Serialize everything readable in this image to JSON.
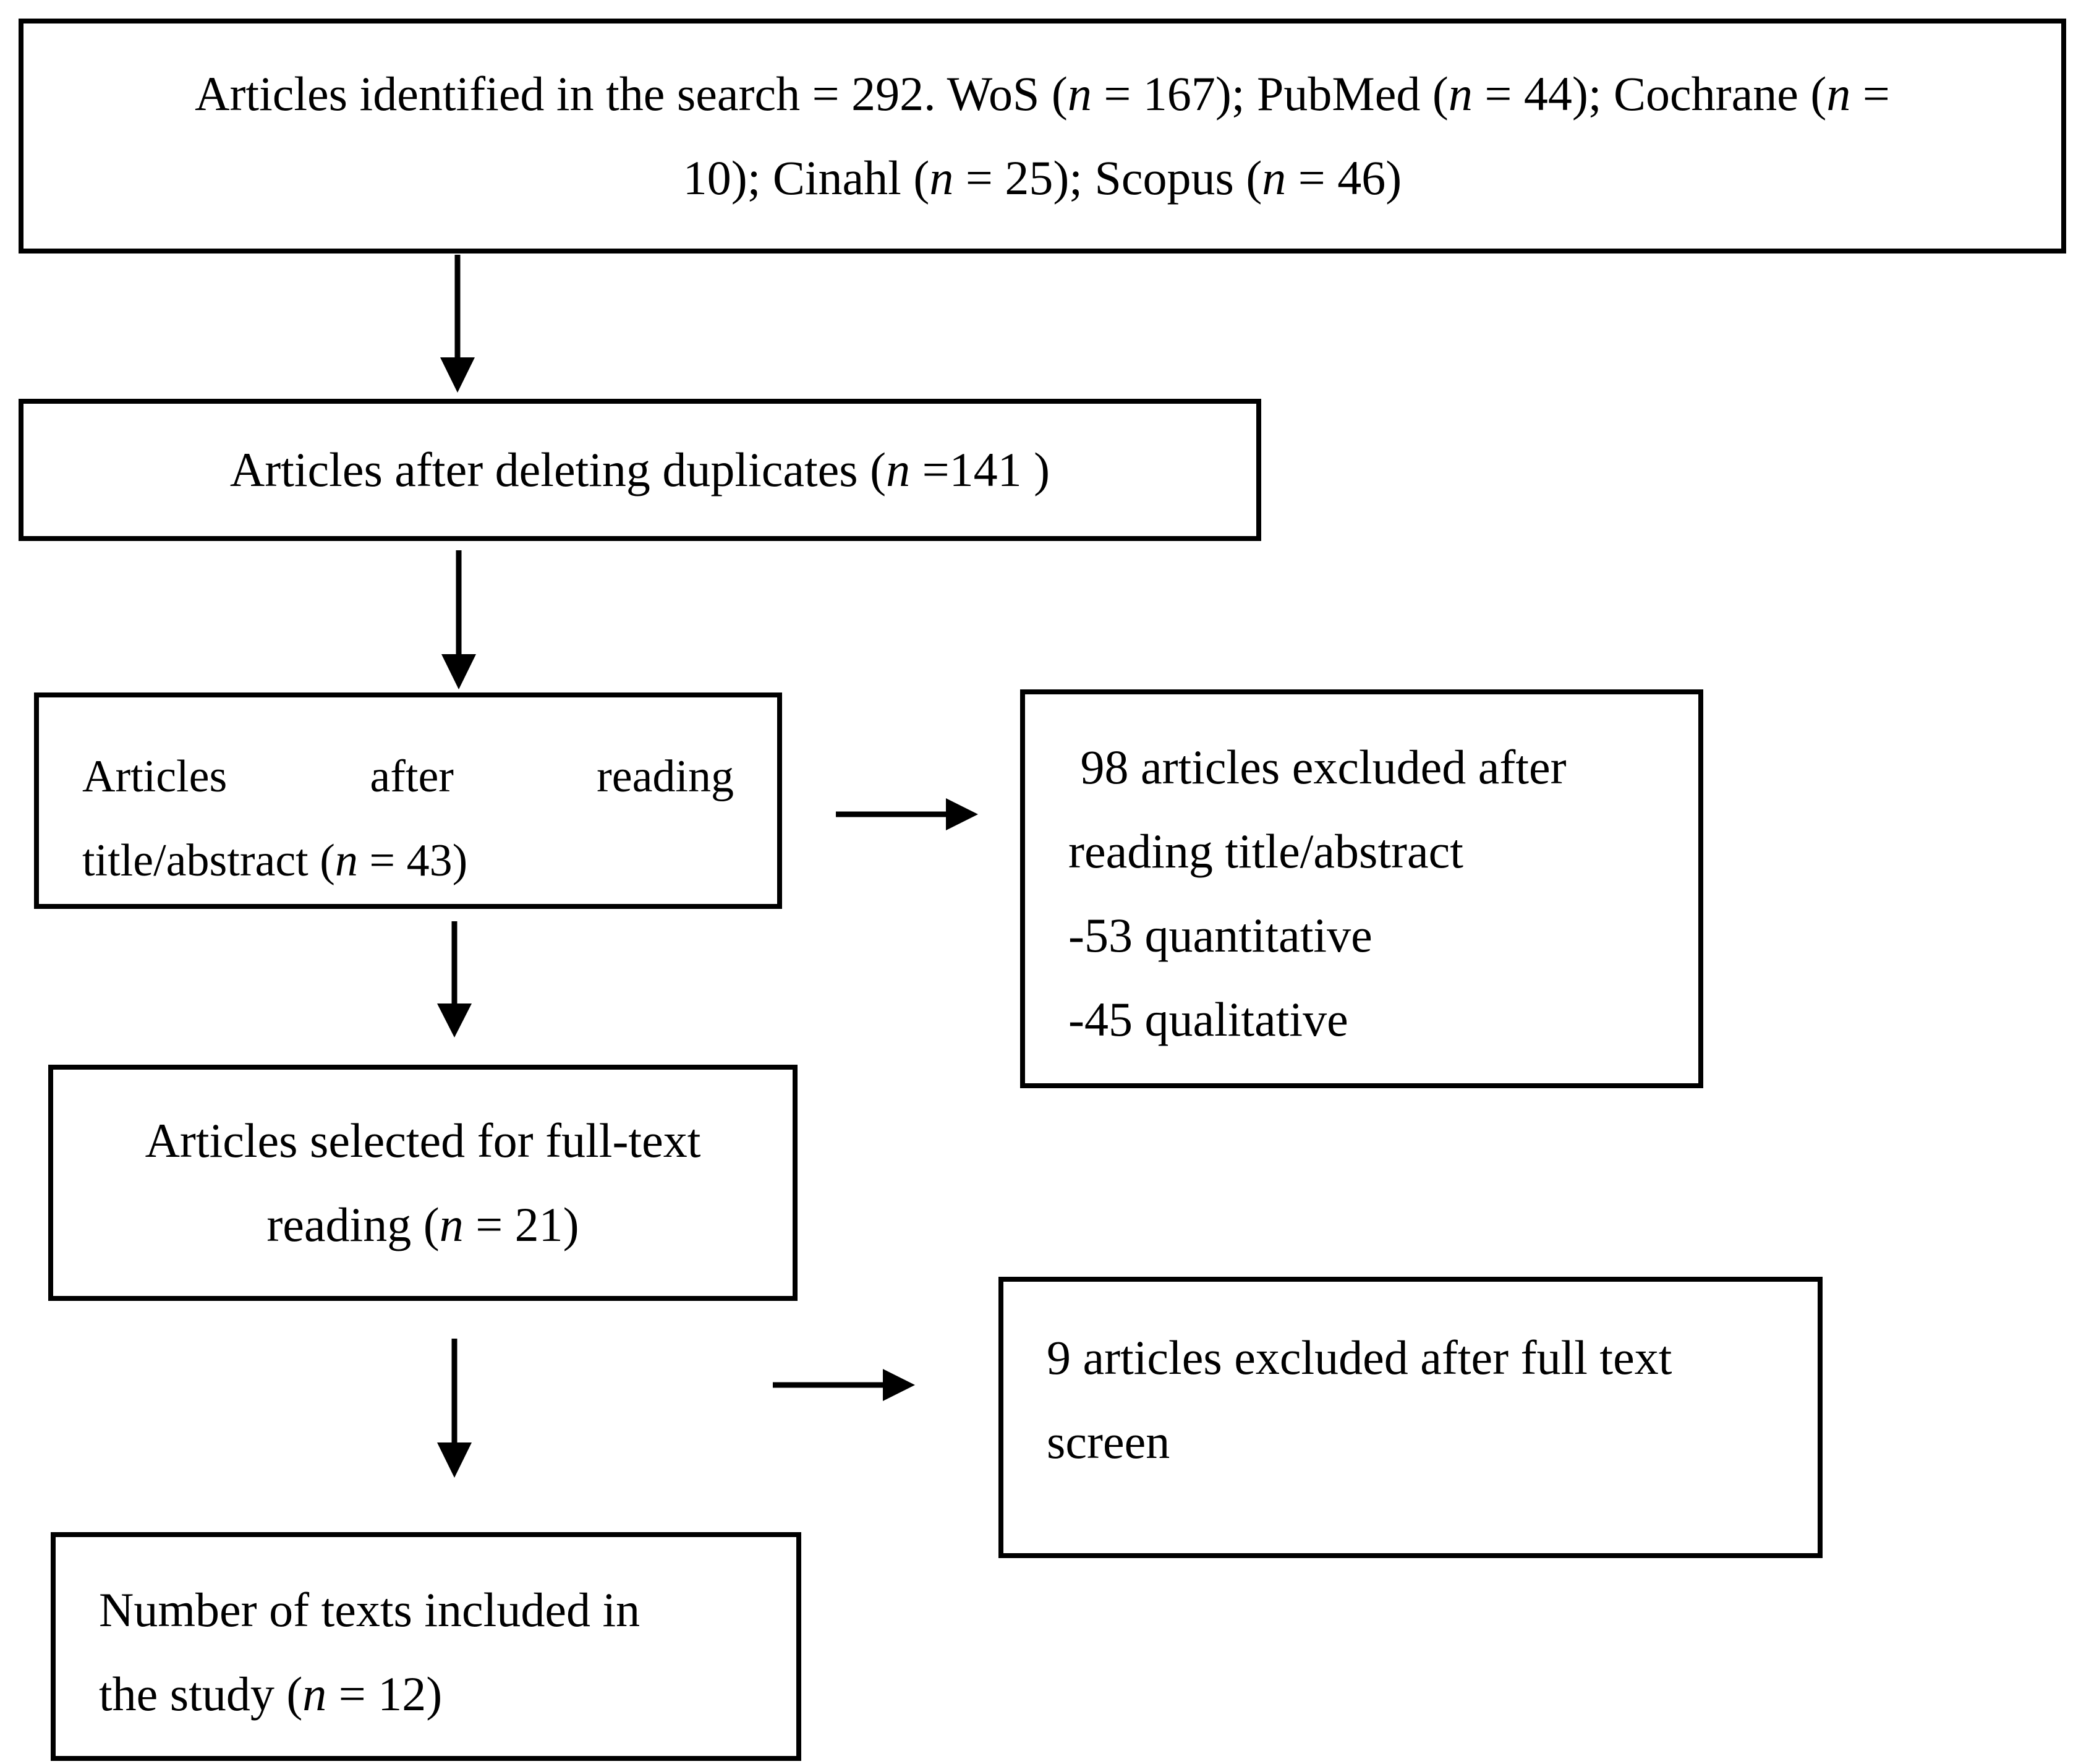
{
  "flowchart": {
    "identified": {
      "line1": {
        "a": "Articles identified in the search = 292. WoS (",
        "n1": "n",
        "b": " = 167); PubMed (",
        "n2": "n",
        "c": " = 44); Cochrane (",
        "n3": "n",
        "d": " ="
      },
      "line2": {
        "a": "10); Cinahl (",
        "n1": "n",
        "b": " = 25); Scopus (",
        "n2": "n",
        "c": " = 46)"
      }
    },
    "dedup": {
      "a": "Articles after deleting duplicates (",
      "n": "n",
      "b": " =141 )"
    },
    "title_abstract": {
      "line1_words": [
        "Articles",
        "after",
        "reading"
      ],
      "line2": {
        "a": "title/abstract (",
        "n": "n",
        "b": " = 43)"
      }
    },
    "excluded_title": {
      "line1": " 98 articles excluded after",
      "line2": "reading title/abstract",
      "line3": "-53 quantitative",
      "line4": "-45 qualitative"
    },
    "full_text": {
      "line1": "Articles selected for full-text",
      "line2": {
        "a": "reading (",
        "n": "n",
        "b": " = 21)"
      }
    },
    "excluded_full": {
      "line1": "9 articles excluded after full text",
      "line2": "screen"
    },
    "included": {
      "line1": "Number of texts included in",
      "line2": {
        "a": "the study (",
        "n": "n",
        "b": " = 12)"
      }
    }
  }
}
